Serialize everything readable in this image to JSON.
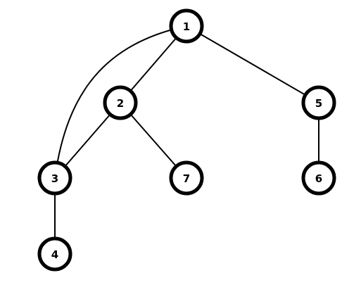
{
  "graph": {
    "nodes": [
      {
        "id": "n1",
        "label": "1"
      },
      {
        "id": "n2",
        "label": "2"
      },
      {
        "id": "n3",
        "label": "3"
      },
      {
        "id": "n4",
        "label": "4"
      },
      {
        "id": "n5",
        "label": "5"
      },
      {
        "id": "n6",
        "label": "6"
      },
      {
        "id": "n7",
        "label": "7"
      }
    ],
    "edges": [
      {
        "from": "n1",
        "to": "n2"
      },
      {
        "from": "n1",
        "to": "n5"
      },
      {
        "from": "n1",
        "to": "n3",
        "curved": true
      },
      {
        "from": "n2",
        "to": "n3"
      },
      {
        "from": "n2",
        "to": "n7"
      },
      {
        "from": "n3",
        "to": "n4"
      },
      {
        "from": "n5",
        "to": "n6"
      }
    ]
  }
}
